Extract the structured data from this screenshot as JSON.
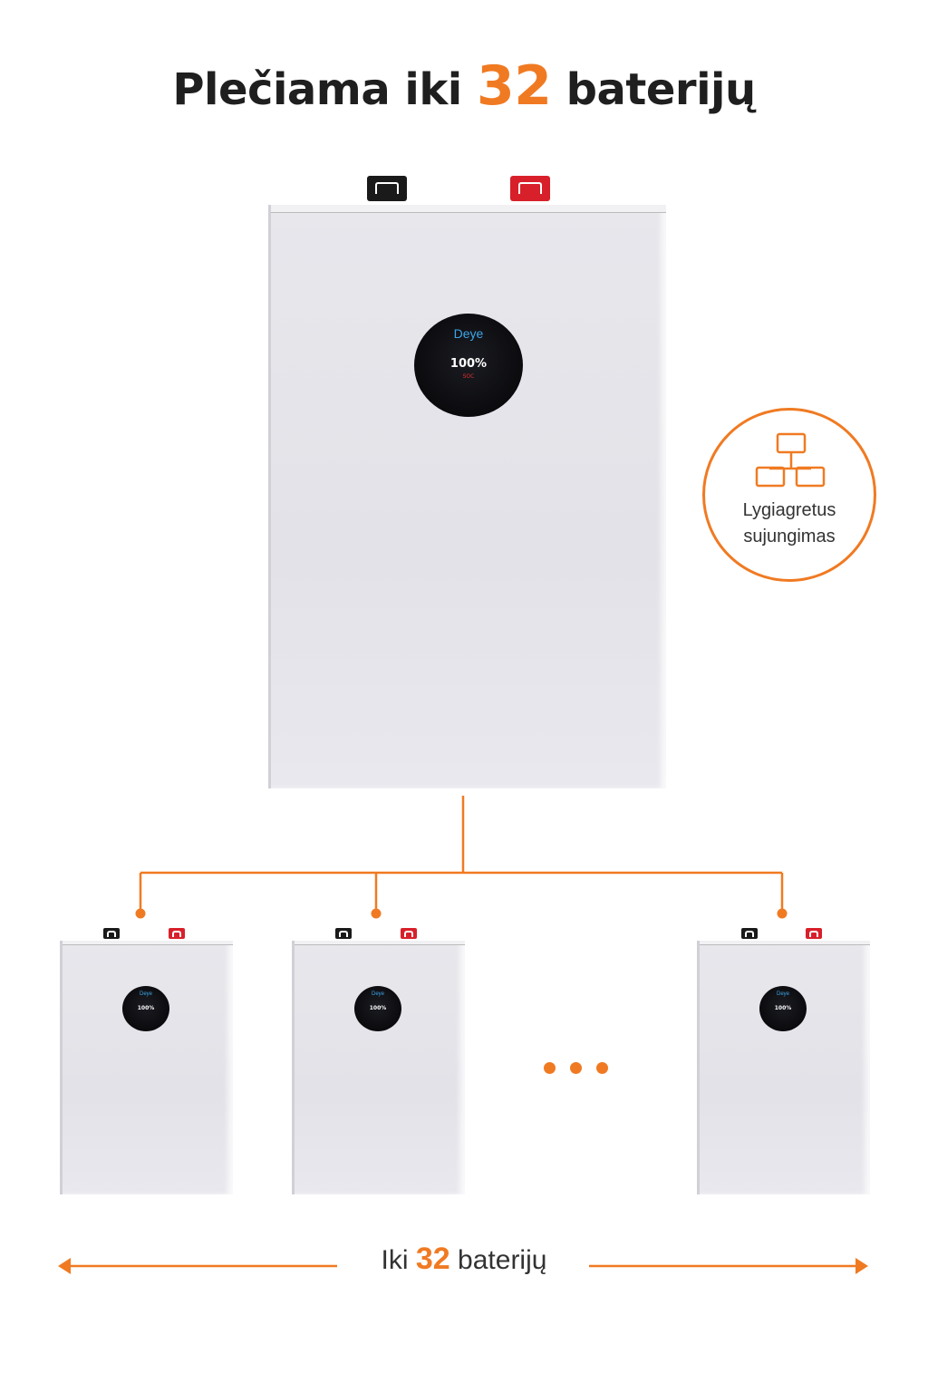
{
  "title": {
    "prefix": "Plečiama iki ",
    "number": "32",
    "suffix": " baterijų"
  },
  "battery_display": {
    "brand": "Deye",
    "percent": "100%",
    "soc_label": "SOC"
  },
  "parallel_badge": {
    "icon": "network-hierarchy-icon",
    "line1": "Lygiagretus",
    "line2": "sujungimas"
  },
  "footer": {
    "prefix": "Iki ",
    "number": "32",
    "suffix": " baterijų"
  },
  "colors": {
    "accent": "#f07a22",
    "text": "#1f1f1f",
    "terminal_negative": "#1a1a1a",
    "terminal_positive": "#d8202a",
    "display_brand": "#3ca6e8"
  }
}
